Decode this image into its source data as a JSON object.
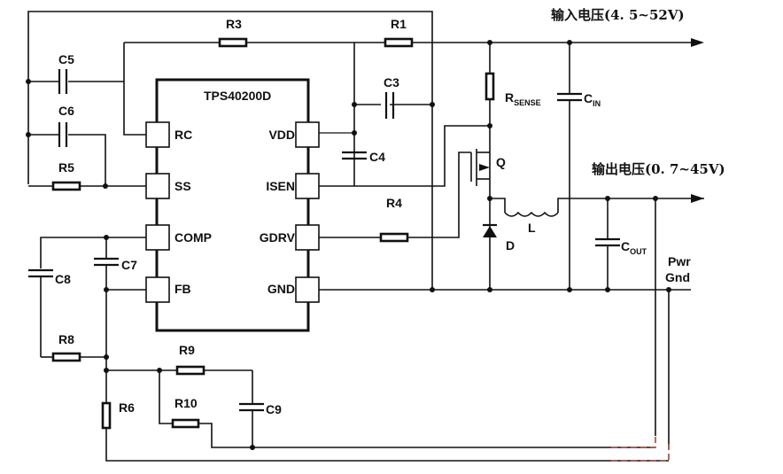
{
  "diagram": {
    "ic": {
      "name": "TPS40200D",
      "left_pins": [
        "RC",
        "SS",
        "COMP",
        "FB"
      ],
      "right_pins": [
        "VDD",
        "ISEN",
        "GDRV",
        "GND"
      ]
    },
    "resistors": [
      "R1",
      "R3",
      "R4",
      "R5",
      "R6",
      "R8",
      "R9",
      "R10"
    ],
    "capacitors": [
      "C3",
      "C4",
      "C5",
      "C6",
      "C7",
      "C8",
      "C9"
    ],
    "labels": {
      "r1": "R1",
      "r3": "R3",
      "r4": "R4",
      "r5": "R5",
      "r6": "R6",
      "r8": "R8",
      "r9": "R9",
      "r10": "R10",
      "c3": "C3",
      "c4": "C4",
      "c5": "C5",
      "c6": "C6",
      "c7": "C7",
      "c8": "C8",
      "c9": "C9",
      "rsense_main": "R",
      "rsense_sub": "SENSE",
      "cin_main": "C",
      "cin_sub": "IN",
      "cout_main": "C",
      "cout_sub": "OUT",
      "q": "Q",
      "d": "D",
      "l": "L",
      "pwr": "Pwr",
      "gnd": "Gnd"
    },
    "input_voltage_label": "输入电压(4. 5~52V)",
    "output_voltage_label": "输出电压(0. 7~45V)",
    "input_range": {
      "min_v": 4.5,
      "max_v": 52
    },
    "output_range": {
      "min_v": 0.7,
      "max_v": 45
    }
  }
}
